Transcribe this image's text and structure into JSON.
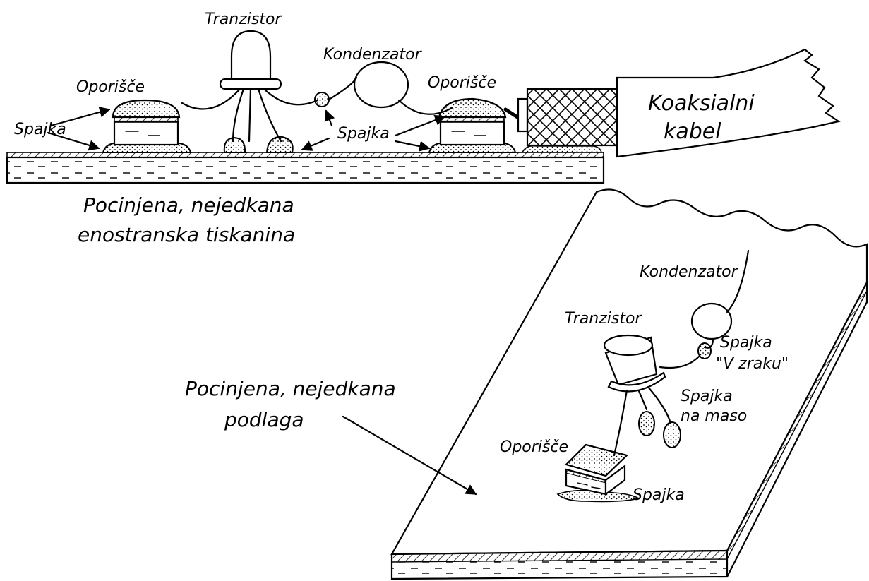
{
  "cross_section": {
    "labels": {
      "tranzistor": "Tranzistor",
      "kondenzator": "Kondenzator",
      "oporisce_left": "Oporišče",
      "oporisce_right": "Oporišče",
      "spajka_left": "Spajka",
      "spajka_center": "Spajka",
      "koaksialni_line1": "Koaksialni",
      "koaksialni_line2": "kabel",
      "board_line1": "Pocinjena, nejedkana",
      "board_line2": "enostranska tiskanina"
    }
  },
  "perspective": {
    "labels": {
      "kondenzator": "Kondenzator",
      "tranzistor": "Tranzistor",
      "spajka_air_line1": "Spajka",
      "spajka_air_line2": "\"V zraku\"",
      "spajka_ground_line1": "Spajka",
      "spajka_ground_line2": "na maso",
      "oporisce": "Oporišče",
      "spajka_bottom": "Spajka",
      "substrate_line1": "Pocinjena, nejedkana",
      "substrate_line2": "podlaga"
    }
  }
}
